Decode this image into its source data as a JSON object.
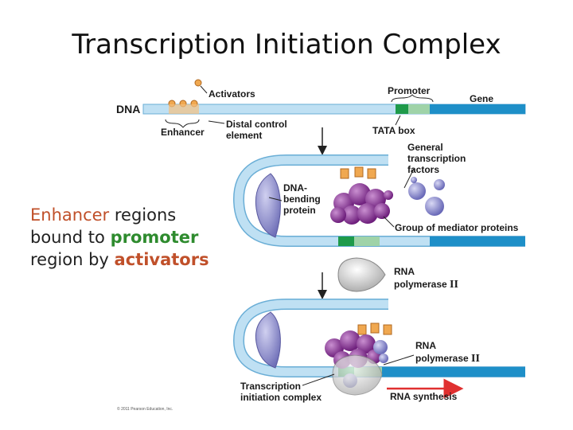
{
  "title": "Transcription Initiation Complex",
  "caption": {
    "part1": "Enhancer",
    "part2": " regions bound to ",
    "part3": "promoter",
    "part4": " region by ",
    "part5": "activators"
  },
  "labels": {
    "dna": "DNA",
    "activators": "Activators",
    "enhancer": "Enhancer",
    "distal_1": "Distal control",
    "distal_2": "element",
    "promoter": "Promoter",
    "gene": "Gene",
    "tata": "TATA box",
    "gtf_1": "General",
    "gtf_2": "transcription",
    "gtf_3": "factors",
    "bending_1": "DNA-",
    "bending_2": "bending",
    "bending_3": "protein",
    "mediator": "Group of mediator proteins",
    "rnapol1_1": "RNA",
    "rnapol1_2": "polymerase",
    "rnapol1_numeral": "II",
    "rnapol2_1": "RNA",
    "rnapol2_2": "polymerase",
    "rnapol2_numeral": "II",
    "tic_1": "Transcription",
    "tic_2": "initiation complex",
    "rna_synthesis": "RNA synthesis",
    "credit": "© 2011 Pearson Education, Inc."
  },
  "colors": {
    "dna_light": "#bfe0f3",
    "gene_blue": "#1e8fc8",
    "tata_green": "#1e9a4a",
    "promoter_green": "#9fd3a8",
    "activator_orange": "#f0a850",
    "mediator_purple": "#7a2a86",
    "gtf_lavender": "#8e8ed0",
    "bending_protein": "#8a8ac8",
    "arrow_red": "#e03030"
  }
}
